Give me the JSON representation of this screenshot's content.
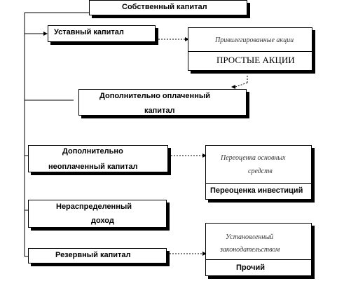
{
  "diagram": {
    "equity_title": "Собственный капитал",
    "share_capital": "Уставный капитал",
    "preferred_shares": "Привилегированные акции",
    "common_shares": "ПРОСТЫЕ АКЦИИ",
    "additional_paid": {
      "line1": "Дополнительно оплаченный",
      "line2": "капитал"
    },
    "additional_unpaid": {
      "line1": "Дополнительно",
      "line2": "неоплаченный капитал"
    },
    "revaluation_fixed_assets": {
      "line1": "Переоценка основных",
      "line2": "средств"
    },
    "revaluation_investments": "Переоценка инвестиций",
    "retained_earnings": {
      "line1": "Нераспределенный",
      "line2": "доход"
    },
    "reserve_capital": "Резервный капитал",
    "statutory_reserve": {
      "line1": "Установленный",
      "line2": "законодательством"
    },
    "other_reserve": "Прочий"
  }
}
